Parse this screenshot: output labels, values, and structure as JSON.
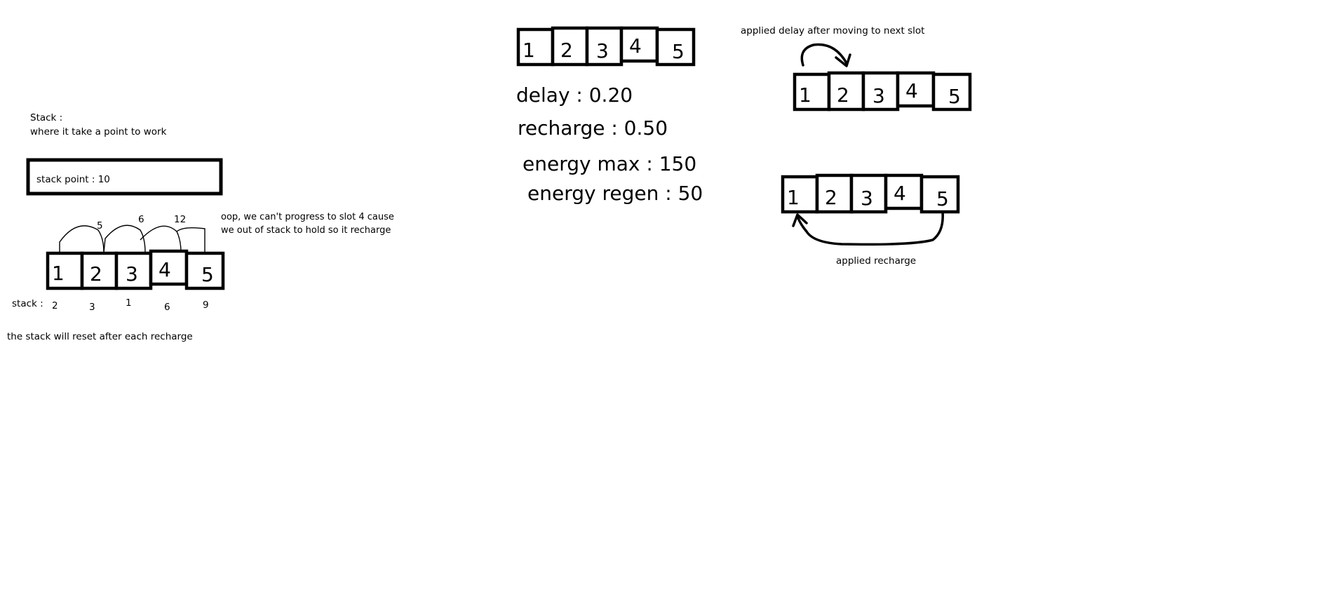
{
  "stack_section": {
    "title": "Stack :",
    "description": "where it take a point to work",
    "stack_point_label": "stack point : 10",
    "arc_labels": [
      "5",
      "6",
      "12"
    ],
    "note_line1": "oop, we can't progress to slot 4 cause",
    "note_line2": "we out of stack to hold so it recharge",
    "stack_row_label": "stack :",
    "stack_values": [
      "2",
      "3",
      "1",
      "6",
      "9"
    ],
    "footer": "the stack will reset after each recharge"
  },
  "slot_numbers": [
    "1",
    "2",
    "3",
    "4",
    "5"
  ],
  "stats": {
    "delay": "delay : 0.20",
    "recharge": "recharge : 0.50",
    "energy_max": "energy max : 150",
    "energy_regen": "energy regen : 50"
  },
  "delay_diagram": {
    "caption": "applied delay after moving to next slot"
  },
  "recharge_diagram": {
    "caption": "applied recharge"
  }
}
